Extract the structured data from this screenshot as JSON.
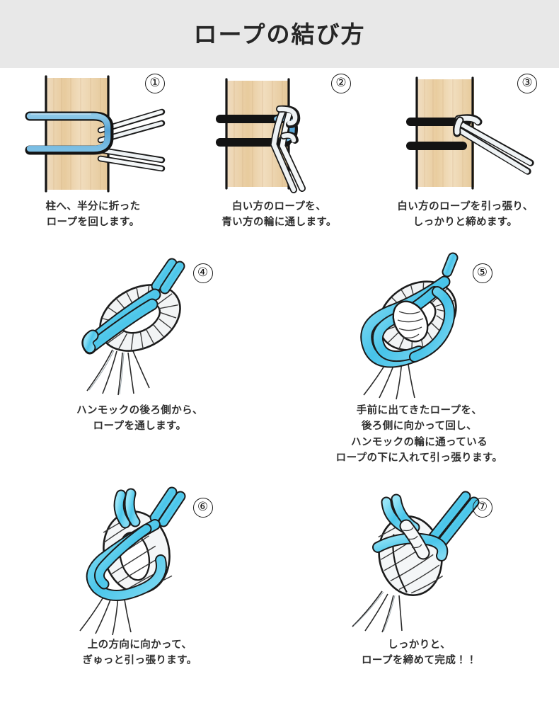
{
  "header": {
    "title": "ロープの結び方"
  },
  "colors": {
    "header_background": "#e8e8e8",
    "page_background": "#ffffff",
    "text": "#2f2f2f",
    "rope_blue": "#5aa8d8",
    "rope_cyan": "#57ccee",
    "rope_white": "#e9eef0",
    "wood_tan": "#e9cda2",
    "outline": "#1b1b1b"
  },
  "steps": [
    {
      "number": "①",
      "figure_name": "post-with-folded-rope",
      "caption": "柱へ、半分に折った\nロープを回します。"
    },
    {
      "number": "②",
      "figure_name": "white-rope-through-blue-loop",
      "caption": "白い方のロープを、\n青い方の輪に通します。"
    },
    {
      "number": "③",
      "figure_name": "pulling-white-rope-tight",
      "caption": "白い方のロープを引っ張り、\nしっかりと締めます。"
    },
    {
      "number": "④",
      "figure_name": "rope-through-hammock-loop",
      "caption": "ハンモックの後ろ側から、\nロープを通します。"
    },
    {
      "number": "⑤",
      "figure_name": "rope-wrapped-around-back",
      "caption": "手前に出てきたロープを、\n後ろ側に向かって回し、\nハンモックの輪に通っている\nロープの下に入れて引っ張ります。"
    },
    {
      "number": "⑥",
      "figure_name": "pull-upward-tight",
      "caption": "上の方向に向かって、\nぎゅっと引っ張ります。"
    },
    {
      "number": "⑦",
      "figure_name": "finished-knot",
      "caption": "しっかりと、\nロープを締めて完成！！"
    }
  ]
}
